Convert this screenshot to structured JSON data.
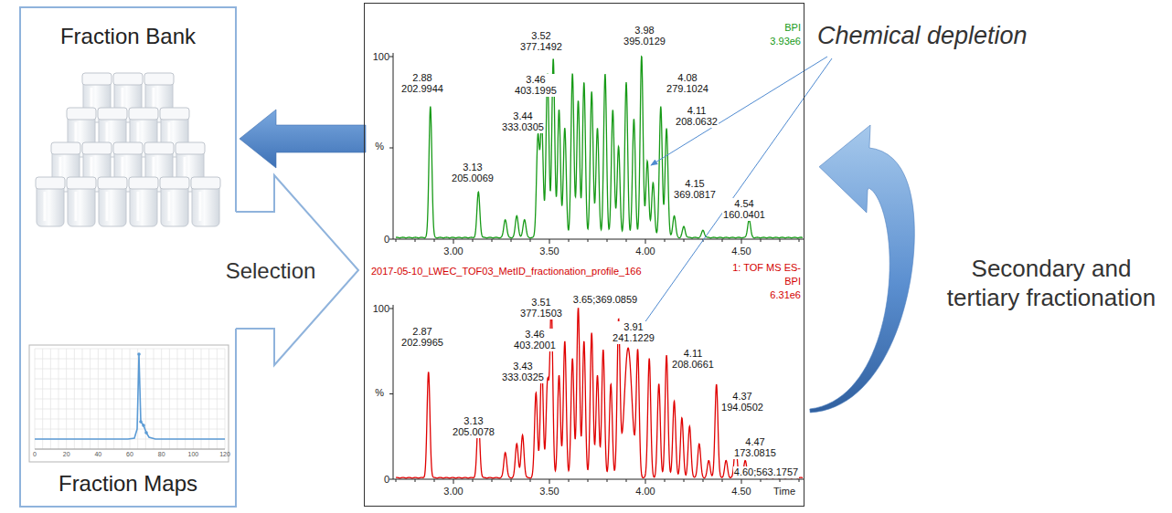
{
  "diagram": {
    "nodes": [
      {
        "text": [
          "Fraction Bank",
          "Fraction Maps"
        ]
      },
      {
        "text": [
          "2017-05-10_LWEC_TOF03_MetID_fractionation_profile_166"
        ]
      }
    ],
    "edges": [
      {
        "from": 1,
        "to": 0,
        "arrow": "to"
      },
      {
        "from": 0,
        "to": 1,
        "arrow": "to",
        "label": "Selection"
      },
      {
        "from": 1,
        "to": 1,
        "arrow": "to",
        "label": "Secondary and tertiary fractionation"
      }
    ],
    "labels": [
      "Chemical depletion",
      "BPI",
      "3.93e6",
      "100",
      "%",
      "0",
      "2.88 202.9944",
      "3.13 205.0069",
      "3.44 333.0305",
      "3.46 403.1995",
      "3.52 377.1492",
      "3.98 395.0129",
      "4.08 279.1024",
      "4.11 208.0632",
      "4.15 369.0817",
      "4.54 160.0401",
      "3.00",
      "3.50",
      "4.00",
      "4.50",
      "1: TOF MS ES-",
      "BPI",
      "6.31e6",
      "100",
      "%",
      "0",
      "2.87 202.9965",
      "3.13 205.0078",
      "3.43 333.0325",
      "3.46 403.2001",
      "3.51 377.1503",
      "3.65;369.0859",
      "3.91 241.1229",
      "4.11 208.0661",
      "4.37 194.0502",
      "4.47 173.0815",
      "4.60;563.1757",
      "3.00",
      "3.50",
      "4.00",
      "4.50",
      "Time",
      "0",
      "20",
      "40",
      "60",
      "80",
      "100",
      "120"
    ]
  }
}
